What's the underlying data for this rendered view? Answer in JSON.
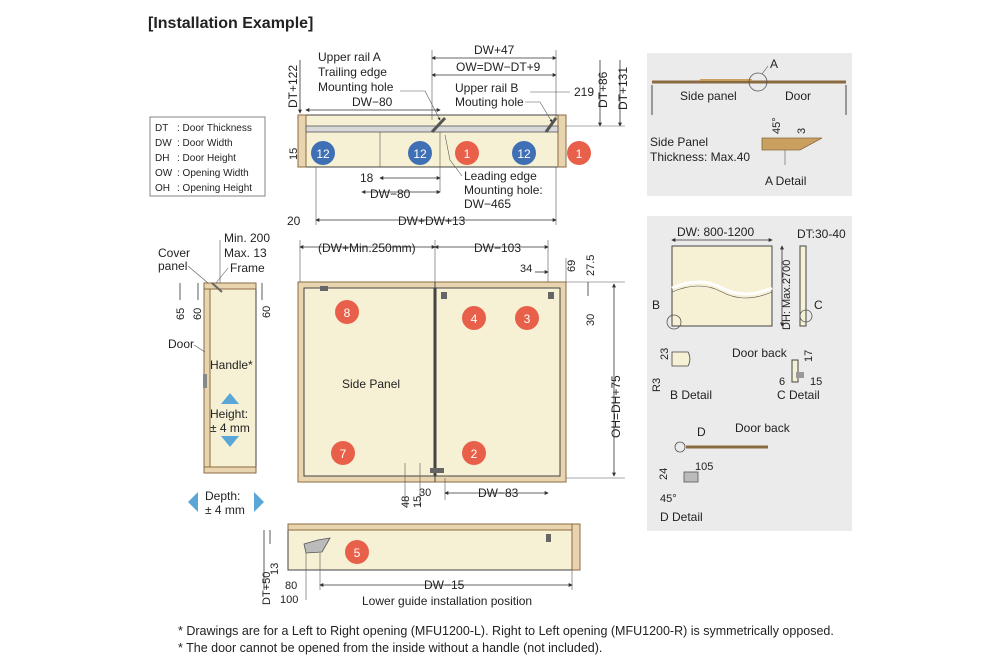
{
  "title": "[Installation Example]",
  "legend": [
    {
      "code": "DT",
      "text": ": Door Thickness"
    },
    {
      "code": "DW",
      "text": ": Door Width"
    },
    {
      "code": "DH",
      "text": ": Door Height"
    },
    {
      "code": "OW",
      "text": ": Opening Width"
    },
    {
      "code": "OH",
      "text": ": Opening Height"
    }
  ],
  "top_view": {
    "upper_rail_a": [
      "Upper rail A",
      "Trailing edge",
      "Mounting hole"
    ],
    "upper_rail_b": [
      "Upper rail B",
      "Mouting hole"
    ],
    "leading_edge": [
      "Leading edge",
      "Mounting hole:",
      "DW−465"
    ],
    "dims": {
      "dw47": "DW+47",
      "ow": "OW=DW−DT+9",
      "dw80_top": "DW−80",
      "n219": "219",
      "dt86": "DT+86",
      "dt131": "DT+131",
      "dt122": "DT+122",
      "n15": "15",
      "n18": "18",
      "dw80_bottom": "DW−80",
      "n20": "20",
      "dwdw13": "DW+DW+13"
    },
    "circles": [
      "12",
      "12",
      "1",
      "12",
      "1"
    ]
  },
  "side_view": {
    "min200": "Min. 200",
    "max13": "Max. 13",
    "cover_panel": [
      "Cover",
      "panel"
    ],
    "frame": "Frame",
    "n65": "65",
    "n60a": "60",
    "n60b": "60",
    "door": "Door",
    "handle": "Handle*",
    "height": [
      "Height:",
      "± 4 mm"
    ],
    "depth": [
      "Depth:",
      "± 4 mm"
    ]
  },
  "front_view": {
    "dw_min": "(DW+Min.250mm)",
    "dw103": "DW−103",
    "n34": "34",
    "n69": "69",
    "n27_5": "27.5",
    "n30_right": "30",
    "oh": "OH=DH+75",
    "side_panel": "Side Panel",
    "n48": "48",
    "n15": "15",
    "n30_bottom": "30",
    "dw83": "DW−83",
    "circles": [
      "8",
      "4",
      "3",
      "7",
      "2"
    ]
  },
  "lower_guide": {
    "circle": "5",
    "n13": "13",
    "dt50": "DT+50",
    "n80": "80",
    "n100": "100",
    "dw15": "DW−15",
    "caption": "Lower guide installation position"
  },
  "a_detail": {
    "a": "A",
    "side_panel": "Side panel",
    "door": "Door",
    "deg45": "45°",
    "n3": "3",
    "thickness": [
      "Side Panel",
      "Thickness: Max.40"
    ],
    "caption": "A Detail"
  },
  "right_panel": {
    "dw_range": "DW: 800-1200",
    "dt_range": "DT:30-40",
    "dh_max": "DH: Max.2700",
    "b": "B",
    "c": "C",
    "n23": "23",
    "r3": "R3",
    "b_detail": "B Detail",
    "door_back_c": "Door back",
    "n17": "17",
    "n6": "6",
    "n15": "15",
    "c_detail": "C Detail",
    "d": "D",
    "door_back_d": "Door back",
    "n24": "24",
    "n105": "105",
    "deg45": "45°",
    "d_detail": "D Detail"
  },
  "notes": [
    "* Drawings are for a Left to Right opening (MFU1200-L). Right to Left opening (MFU1200-R) is symmetrically opposed.",
    "* The door cannot be opened from the inside without a handle (not included)."
  ],
  "colors": {
    "circle_blue": "#3f6fb5",
    "circle_red": "#e8604a",
    "arrow_blue": "#5aa6d6",
    "panel_fill": "#f6f1d5",
    "grey_box": "#ebebeb"
  }
}
